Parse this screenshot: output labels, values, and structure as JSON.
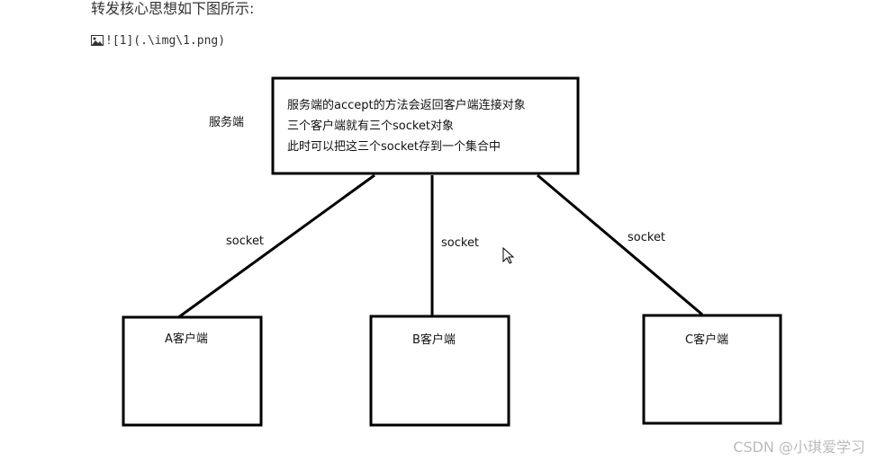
{
  "heading": "转发核心思想如下图所示:",
  "image_reference": "![1](.\\img\\1.png)",
  "image_icon": "image-icon",
  "diagram": {
    "server_label": "服务端",
    "server_lines": [
      "服务端的accept的方法会返回客户端连接对象",
      "三个客户端就有三个socket对象",
      "此时可以把这三个socket存到一个集合中"
    ],
    "clients": [
      "A客户端",
      "B客户端",
      "C客户端"
    ],
    "connection_labels": [
      "socket",
      "socket",
      "socket"
    ]
  },
  "watermark": "CSDN @小琪爱学习"
}
